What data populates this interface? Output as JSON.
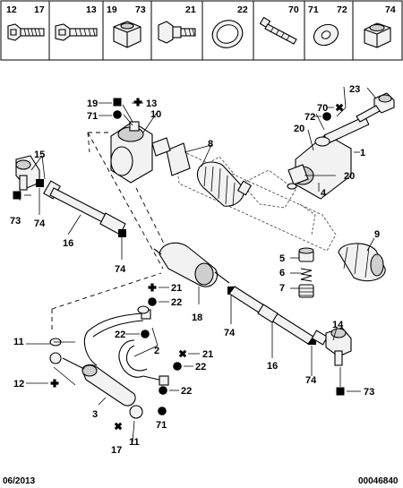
{
  "parts_strip": [
    {
      "refs": [
        "12",
        "17"
      ],
      "icon": "screw-icon"
    },
    {
      "refs": [
        "13"
      ],
      "icon": "bolt-icon"
    },
    {
      "refs": [
        "19",
        "73"
      ],
      "icon": "nut-icon"
    },
    {
      "refs": [
        "21"
      ],
      "icon": "shoulder-bolt-icon"
    },
    {
      "refs": [
        "22"
      ],
      "icon": "ring-seal-icon"
    },
    {
      "refs": [
        "70"
      ],
      "icon": "long-screw-icon"
    },
    {
      "refs": [
        "71",
        "72"
      ],
      "icon": "washer-icon"
    },
    {
      "refs": [
        "74"
      ],
      "icon": "lock-nut-icon"
    }
  ],
  "callouts": {
    "n19": "19",
    "n13": "13",
    "n10": "10",
    "n71a": "71",
    "n70": "70",
    "n72": "72",
    "n23": "23",
    "n20a": "20",
    "n1": "1",
    "n20b": "20",
    "n4": "4",
    "n8": "8",
    "n15": "15",
    "n73a": "73",
    "n74a": "74",
    "n16a": "16",
    "n74b": "74",
    "n9": "9",
    "n5": "5",
    "n6": "6",
    "n7": "7",
    "n21a": "21",
    "n22a": "22",
    "n18": "18",
    "n74c": "74",
    "n14": "14",
    "n22b": "22",
    "n2": "2",
    "n21b": "21",
    "n22c": "22",
    "n11a": "11",
    "n12": "12",
    "n22d": "22",
    "n71b": "71",
    "n3": "3",
    "n11b": "11",
    "n17": "17",
    "n16b": "16",
    "n74d": "74",
    "n73b": "73"
  },
  "legend_marks": {
    "square": "square-marker",
    "circle": "circle-marker",
    "plus": "plus-marker",
    "cross": "cross-marker"
  },
  "footer": {
    "date": "06/2013",
    "code": "00046840"
  }
}
